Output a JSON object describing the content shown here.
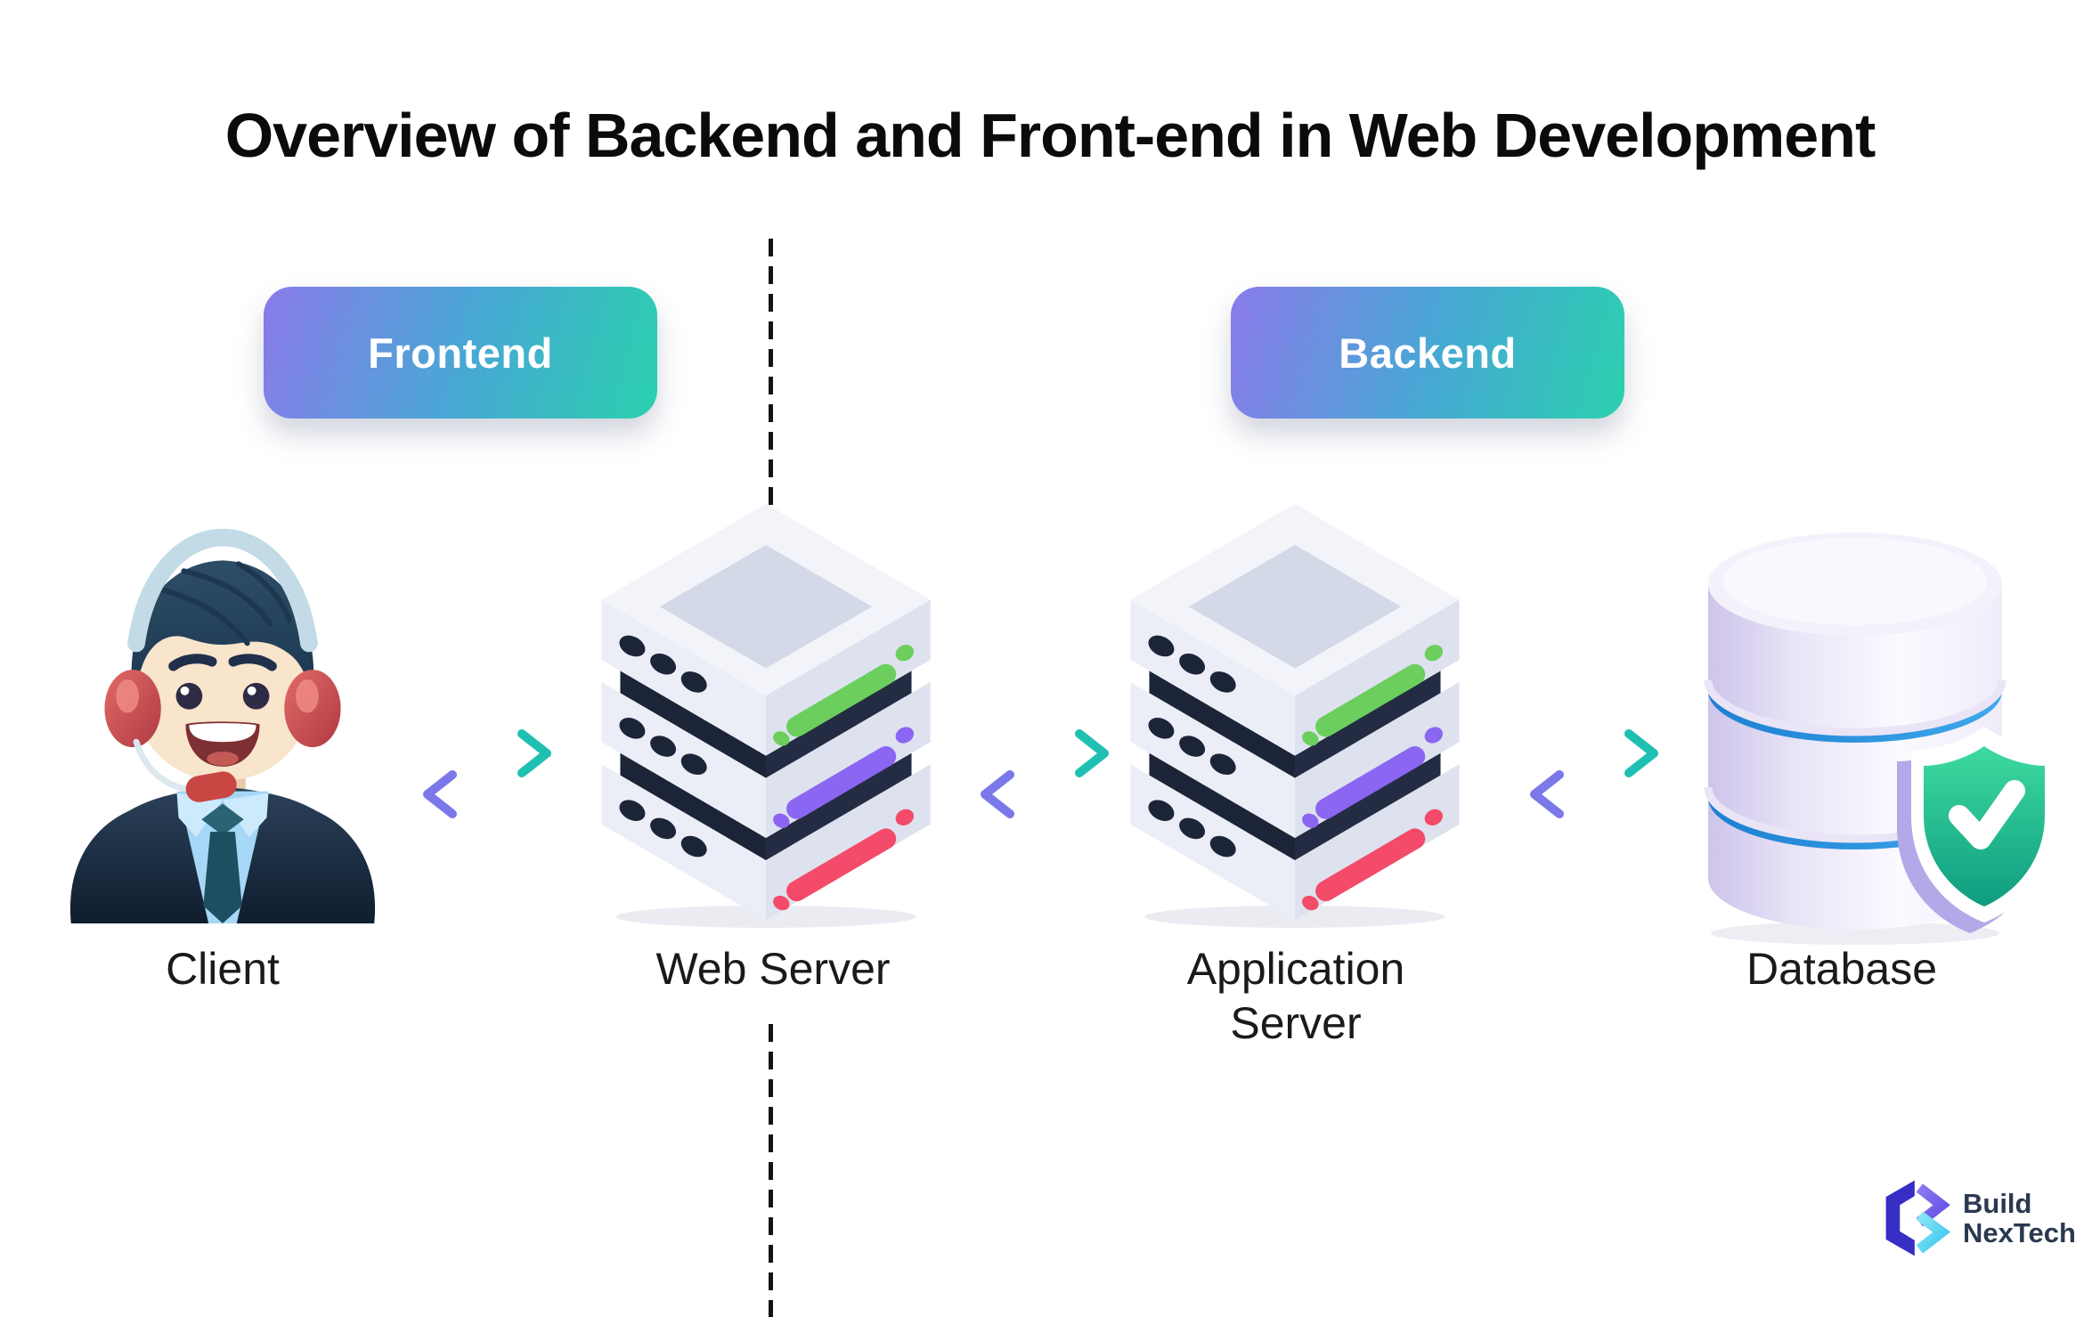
{
  "title": "Overview of Backend and Front-end in Web Development",
  "badges": {
    "frontend": "Frontend",
    "backend": "Backend"
  },
  "nodes": [
    {
      "id": "client",
      "label": "Client",
      "icon": "client-person-headset-illustration"
    },
    {
      "id": "web-server",
      "label": "Web Server",
      "icon": "server-stack-icon"
    },
    {
      "id": "application-server",
      "label": "Application Server",
      "icon": "server-stack-icon"
    },
    {
      "id": "database",
      "label": "Database",
      "icon": "database-cylinder-shield-check-icon"
    }
  ],
  "connections": [
    {
      "from": "client",
      "to": "web-server",
      "bidirectional": true
    },
    {
      "from": "web-server",
      "to": "application-server",
      "bidirectional": true
    },
    {
      "from": "application-server",
      "to": "database",
      "bidirectional": true
    }
  ],
  "divider": {
    "style": "vertical-dashed",
    "separates": [
      "Frontend",
      "Backend"
    ]
  },
  "logo": {
    "line1": "Build",
    "line2": "NexTech",
    "icon": "buildnextech-hexagon-b-logo"
  },
  "colors": {
    "background": "#FFFFFF",
    "badge_gradient_start": "#8A7BEA",
    "badge_gradient_mid": "#47A8D4",
    "badge_gradient_end": "#2BD0AE",
    "arrow_gradient_purple": "#7B78E9",
    "arrow_gradient_teal": "#1FC0B2",
    "server_body_light": "#EBEEF6",
    "server_dark_band": "#1C2538",
    "server_accent_green": "#6CCF5D",
    "server_accent_purple": "#8B66F2",
    "server_accent_red": "#F34B69",
    "database_band_blue": "#2E8FD9",
    "shield_green": "#18BD92",
    "logo_blue": "#372EC6",
    "logo_purple": "#7A5FF0",
    "logo_cyan": "#58D8F3",
    "text_dark": "#1A1A1A"
  }
}
